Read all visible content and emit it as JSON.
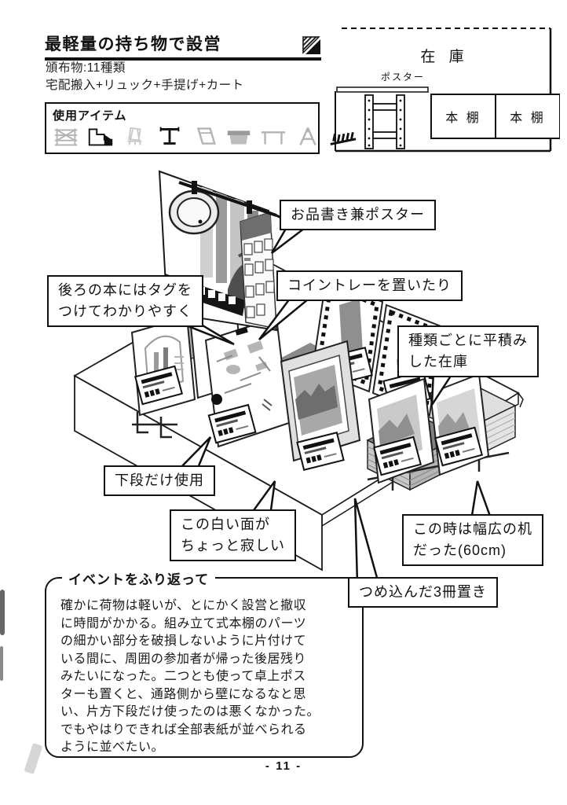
{
  "page": {
    "title": "最軽量の持ち物で設営",
    "subtitle": "頒布物:11種類\n宅配搬入+リュック+手提げ+カート",
    "page_number": "- 11 -"
  },
  "items_box": {
    "label": "使用アイテム",
    "icons": [
      {
        "name": "folding-rack-icon",
        "used": false
      },
      {
        "name": "tiered-display-stand-icon",
        "used": true
      },
      {
        "name": "folding-easel-icon",
        "used": false
      },
      {
        "name": "t-pole-poster-stand-icon",
        "used": true
      },
      {
        "name": "display-frame-icon",
        "used": false
      },
      {
        "name": "covered-table-icon",
        "used": false
      },
      {
        "name": "folding-table-icon",
        "used": false
      },
      {
        "name": "a-frame-easel-icon",
        "used": false
      },
      {
        "name": "book-stand-row-icon",
        "used": true
      }
    ],
    "colors": {
      "used": "#1a1a1a",
      "unused": "#b3b3b3"
    }
  },
  "stock_diagram": {
    "title": "在 庫",
    "poster_label": "ポスター",
    "shelf1": "本 棚",
    "shelf2": "本 棚"
  },
  "callouts": [
    {
      "text": "お品書き兼ポスター"
    },
    {
      "text": "コイントレーを置いたり"
    },
    {
      "text": "後ろの本にはタグを\nつけてわかりやすく"
    },
    {
      "text": "種類ごとに平積み\nした在庫"
    },
    {
      "text": "下段だけ使用"
    },
    {
      "text": "この白い面が\nちょっと寂しい"
    },
    {
      "text": "この時は幅広の机\nだった(60cm)"
    },
    {
      "text": "つめ込んだ3冊置き"
    }
  ],
  "review_box": {
    "title": "イベントをふり返って",
    "body": "確かに荷物は軽いが、とにかく設営と撤収\nに時間がかかる。組み立て式本棚のパーツ\nの細かい部分を破損しないように片付けて\nいる間に、周囲の参加者が帰った後居残り\nみたいになった。二つとも使って卓上ポス\nターも置くと、通路側から壁になるなと思\nい、片方下段だけ使ったのは悪くなかった。\nでもやはりできれば全部表紙が並べられる\nように並べたい。"
  }
}
